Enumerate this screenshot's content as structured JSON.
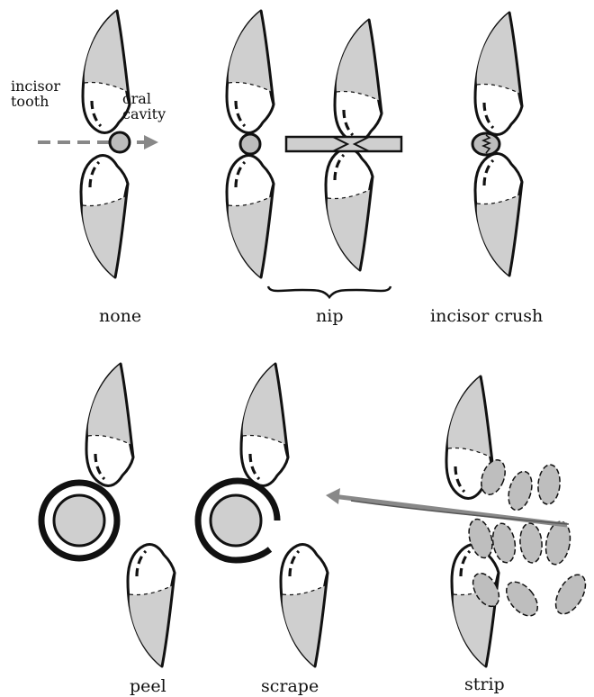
{
  "panels": {
    "none": "none",
    "nip": "nip",
    "incisor_crush": "incisor crush",
    "peel": "peel",
    "scrape": "scrape",
    "strip": "strip"
  },
  "annotations": {
    "incisor_line1": "incisor",
    "incisor_line2": "tooth",
    "oral_line1": "oral",
    "oral_line2": "cavity"
  },
  "colors": {
    "stroke": "#111111",
    "enamel": "#cfcfcf",
    "cavity": "#bdbdbd",
    "arrow": "#888888",
    "leaf": "#bebebe"
  }
}
